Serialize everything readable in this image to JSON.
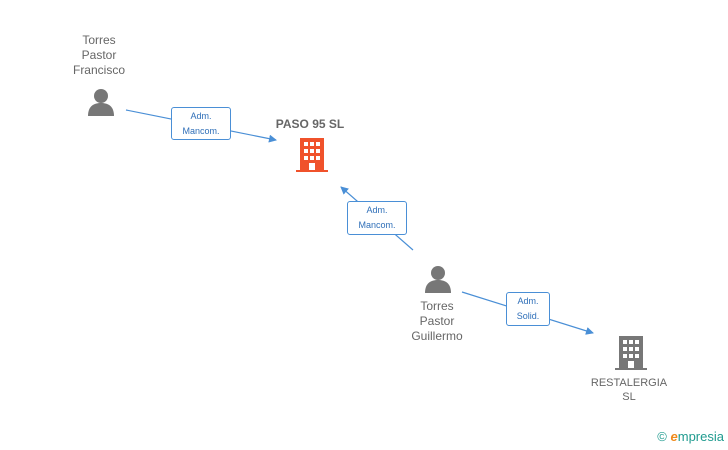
{
  "persons": [
    {
      "id": "p1",
      "lines": [
        "Torres",
        "Pastor",
        "Francisco"
      ]
    },
    {
      "id": "p2",
      "lines": [
        "Torres",
        "Pastor",
        "Guillermo"
      ]
    }
  ],
  "companies": [
    {
      "id": "c1",
      "lines": [
        "PASO 95 SL"
      ],
      "color": "#f0522b"
    },
    {
      "id": "c2",
      "lines": [
        "RESTALERGIA",
        "SL"
      ],
      "color": "#777777"
    }
  ],
  "edges": [
    {
      "from": "p1",
      "to": "c1",
      "lines": [
        "Adm.",
        "Mancom."
      ]
    },
    {
      "from": "p2",
      "to": "c1",
      "lines": [
        "Adm.",
        "Mancom."
      ]
    },
    {
      "from": "p2",
      "to": "c2",
      "lines": [
        "Adm.",
        "Solid."
      ]
    }
  ],
  "colors": {
    "edge": "#4a8fd6",
    "person": "#777777",
    "main_company": "#f0522b",
    "company": "#777777"
  },
  "watermark": {
    "symbol": "©",
    "brand_initial": "e",
    "brand_rest": "mpresia"
  }
}
